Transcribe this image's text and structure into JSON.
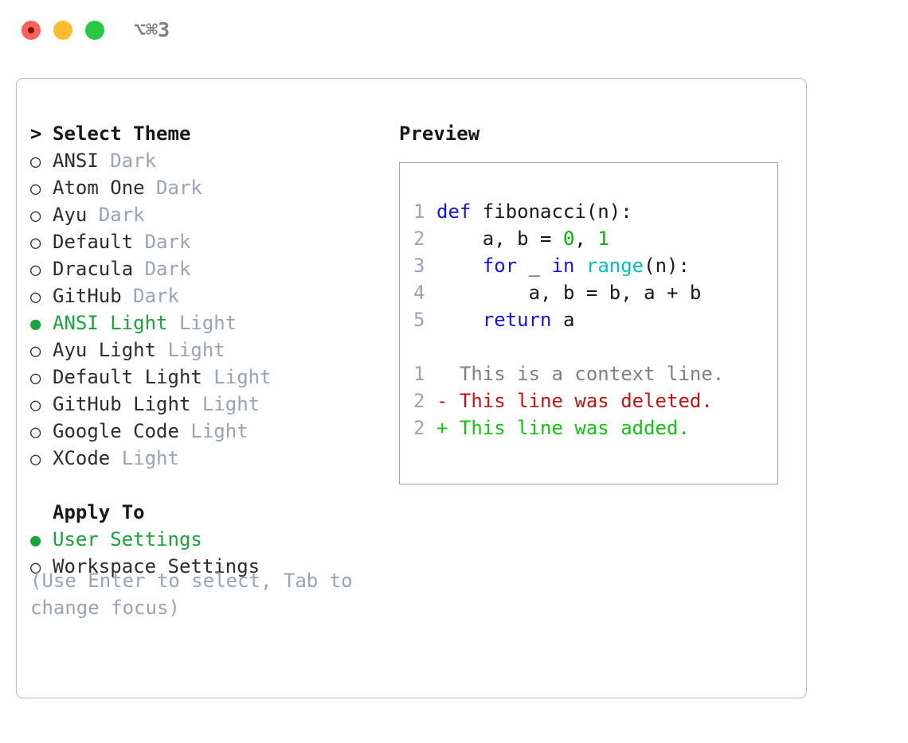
{
  "titlebar": {
    "shortcut": "⌥⌘3",
    "buttons": [
      {
        "name": "close",
        "color": "#ff6159"
      },
      {
        "name": "minimize",
        "color": "#ffbd2e"
      },
      {
        "name": "maximize",
        "color": "#28c840"
      }
    ]
  },
  "colors": {
    "selected_green": "#19a33b",
    "muted_gray": "#9aa4b4",
    "panel_border": "#b4bcc8",
    "code_border": "#98a3b3",
    "keyword_blue": "#1414e6",
    "function_cyan": "#00c0c0",
    "number_green": "#00b400",
    "diff_add_green": "#10c410",
    "diff_del_red": "#c21414",
    "diff_context_gray": "#808080"
  },
  "theme_picker": {
    "header_marker": ">",
    "header": "Select Theme",
    "marker_selected": "●",
    "marker_unselected": "○",
    "items": [
      {
        "marker": "○",
        "label": "ANSI",
        "suffix": "Dark",
        "selected": false
      },
      {
        "marker": "○",
        "label": "Atom One",
        "suffix": "Dark",
        "selected": false
      },
      {
        "marker": "○",
        "label": "Ayu",
        "suffix": "Dark",
        "selected": false
      },
      {
        "marker": "○",
        "label": "Default",
        "suffix": "Dark",
        "selected": false
      },
      {
        "marker": "○",
        "label": "Dracula",
        "suffix": "Dark",
        "selected": false
      },
      {
        "marker": "○",
        "label": "GitHub",
        "suffix": "Dark",
        "selected": false
      },
      {
        "marker": "●",
        "label": "ANSI Light",
        "suffix": "Light",
        "selected": true
      },
      {
        "marker": "○",
        "label": "Ayu Light",
        "suffix": "Light",
        "selected": false
      },
      {
        "marker": "○",
        "label": "Default Light",
        "suffix": "Light",
        "selected": false
      },
      {
        "marker": "○",
        "label": "GitHub Light",
        "suffix": "Light",
        "selected": false
      },
      {
        "marker": "○",
        "label": "Google Code",
        "suffix": "Light",
        "selected": false
      },
      {
        "marker": "○",
        "label": "XCode",
        "suffix": "Light",
        "selected": false
      }
    ]
  },
  "apply_to": {
    "title": "Apply To",
    "options": [
      {
        "marker": "●",
        "label": "User Settings",
        "selected": true
      },
      {
        "marker": "○",
        "label": "Workspace Settings",
        "selected": false
      }
    ]
  },
  "help": {
    "line1": "(Use Enter to select, Tab to",
    "line2": "change focus)"
  },
  "preview": {
    "title": "Preview",
    "code_lines": [
      {
        "no": "1",
        "tokens": [
          {
            "t": "def",
            "c": "kw"
          },
          {
            "t": " fibonacci(n):",
            "c": "txt"
          }
        ]
      },
      {
        "no": "2",
        "tokens": [
          {
            "t": "    a, b = ",
            "c": "txt"
          },
          {
            "t": "0",
            "c": "num"
          },
          {
            "t": ", ",
            "c": "txt"
          },
          {
            "t": "1",
            "c": "num"
          }
        ]
      },
      {
        "no": "3",
        "tokens": [
          {
            "t": "    ",
            "c": "txt"
          },
          {
            "t": "for",
            "c": "kw"
          },
          {
            "t": " _ ",
            "c": "txt"
          },
          {
            "t": "in",
            "c": "kw"
          },
          {
            "t": " ",
            "c": "txt"
          },
          {
            "t": "range",
            "c": "fn"
          },
          {
            "t": "(n):",
            "c": "txt"
          }
        ]
      },
      {
        "no": "4",
        "tokens": [
          {
            "t": "        a, b = b, a + b",
            "c": "txt"
          }
        ]
      },
      {
        "no": "5",
        "tokens": [
          {
            "t": "    ",
            "c": "txt"
          },
          {
            "t": "return",
            "c": "kw"
          },
          {
            "t": " a",
            "c": "txt"
          }
        ]
      }
    ],
    "diff_lines": [
      {
        "no": "1",
        "prefix": "  ",
        "text": "This is a context line.",
        "kind": "ctx"
      },
      {
        "no": "2",
        "prefix": "- ",
        "text": "This line was deleted.",
        "kind": "del"
      },
      {
        "no": "2",
        "prefix": "+ ",
        "text": "This line was added.",
        "kind": "add"
      }
    ]
  }
}
